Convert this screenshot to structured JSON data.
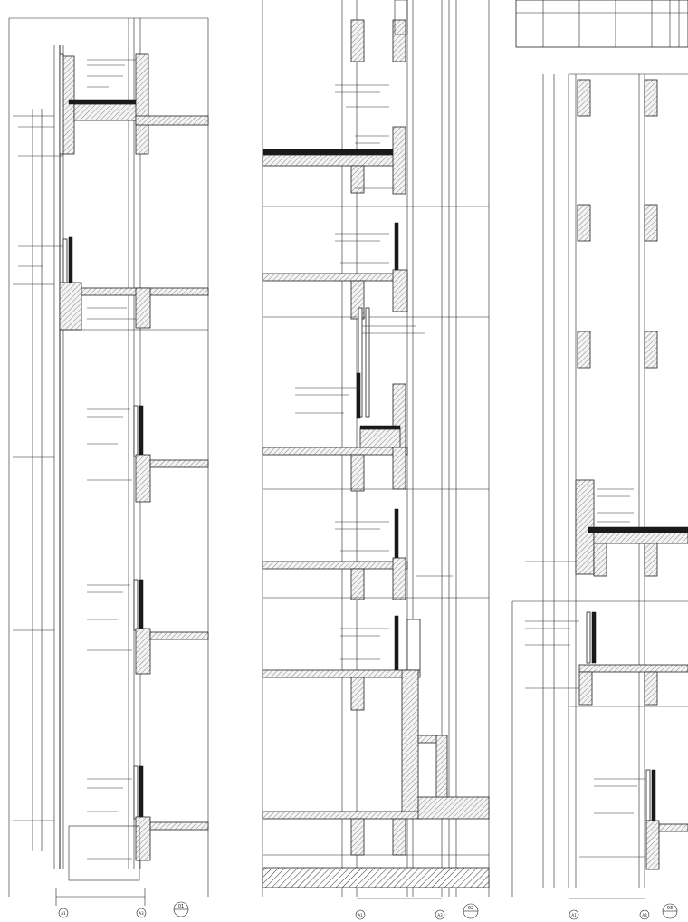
{
  "sheet": {
    "title": "",
    "sections": [
      {
        "id": "section-left",
        "callout": "01",
        "axis_left": "A1",
        "axis_right": "A3"
      },
      {
        "id": "section-middle",
        "callout": "02",
        "axis_left": "A1",
        "axis_right": "A3"
      },
      {
        "id": "section-right",
        "callout": "03",
        "axis_left": "A1",
        "axis_right": "A3"
      }
    ]
  },
  "colors": {
    "line": "#222222",
    "hatch": "#555555",
    "paper": "#ffffff"
  }
}
